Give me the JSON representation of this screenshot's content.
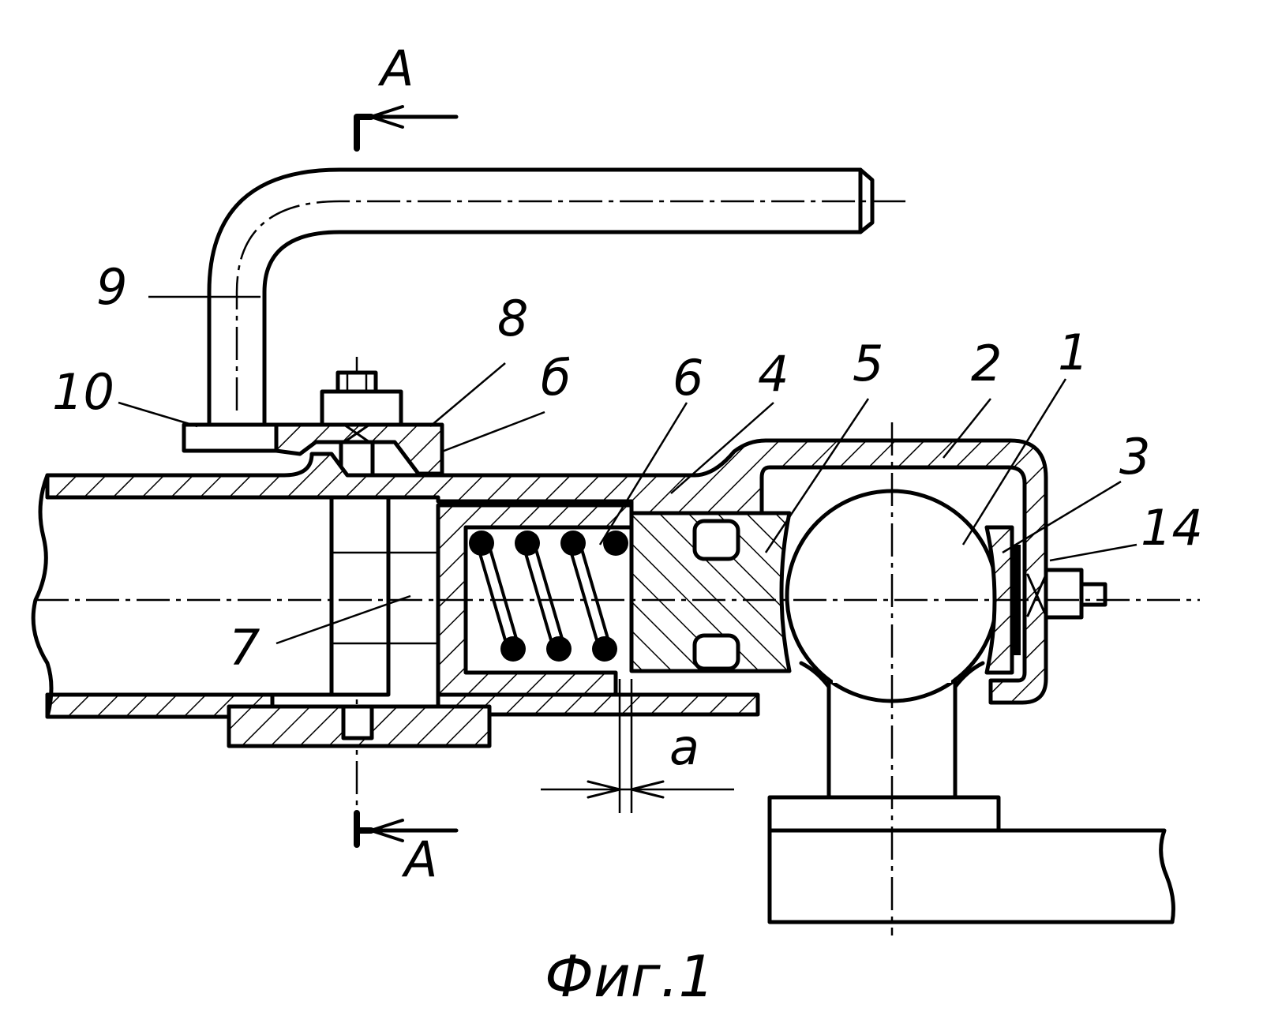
{
  "section_marks": {
    "top": "A",
    "bottom": "A"
  },
  "labels": {
    "p9": "9",
    "p8": "8",
    "p10": "10",
    "pb": "б",
    "p6": "6",
    "p4": "4",
    "p5": "5",
    "p2": "2",
    "p1": "1",
    "p3": "3",
    "p14": "14",
    "p7": "7",
    "gap": "а"
  },
  "caption": "Фиг.1"
}
